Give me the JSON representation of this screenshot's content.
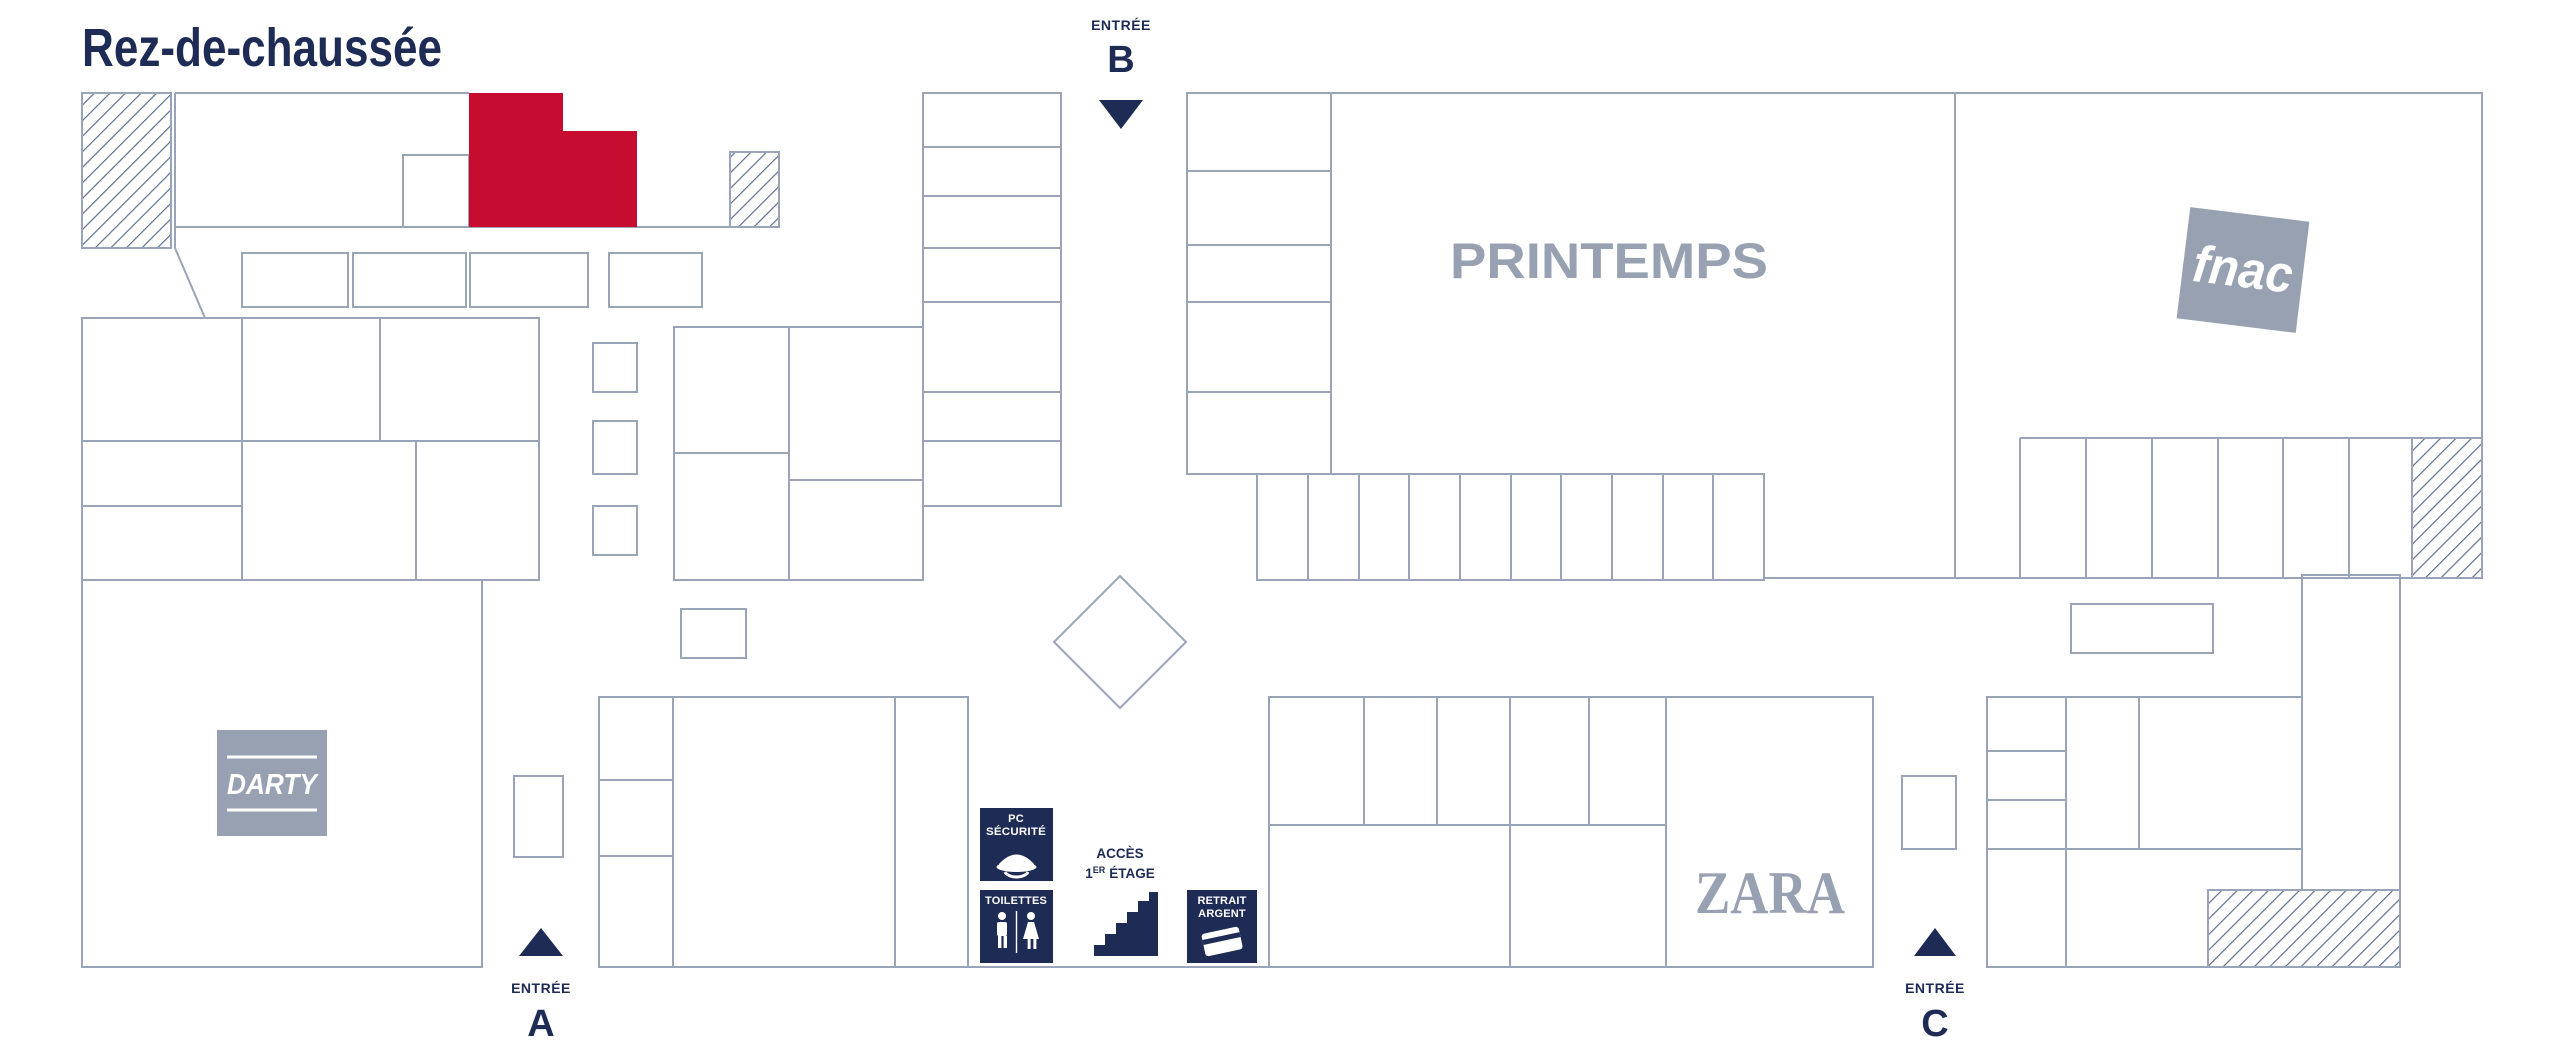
{
  "title": "Rez-de-chaussée",
  "entrances": {
    "a": {
      "label": "ENTRÉE",
      "letter": "A"
    },
    "b": {
      "label": "ENTRÉE",
      "letter": "B"
    },
    "c": {
      "label": "ENTRÉE",
      "letter": "C"
    }
  },
  "stores": {
    "printemps": {
      "name": "PRINTEMPS"
    },
    "fnac": {
      "name": "fnac"
    },
    "darty": {
      "name": "DARTY"
    },
    "zara": {
      "name": "ZARA"
    }
  },
  "facilities": {
    "security": {
      "line1": "PC",
      "line2": "SÉCURITÉ"
    },
    "toilets": {
      "label": "TOILETTES"
    },
    "first_floor_access": {
      "line1": "ACCÈS",
      "number": "1",
      "ordinal": "ER",
      "line2": "ÉTAGE"
    },
    "cash_withdrawal": {
      "line1": "RETRAIT",
      "line2": "ARGENT"
    }
  },
  "colors": {
    "navy": "#1d2b55",
    "red": "#c60c2f",
    "wall": "#9aa4b8",
    "logo_gray": "#98a1b1"
  }
}
